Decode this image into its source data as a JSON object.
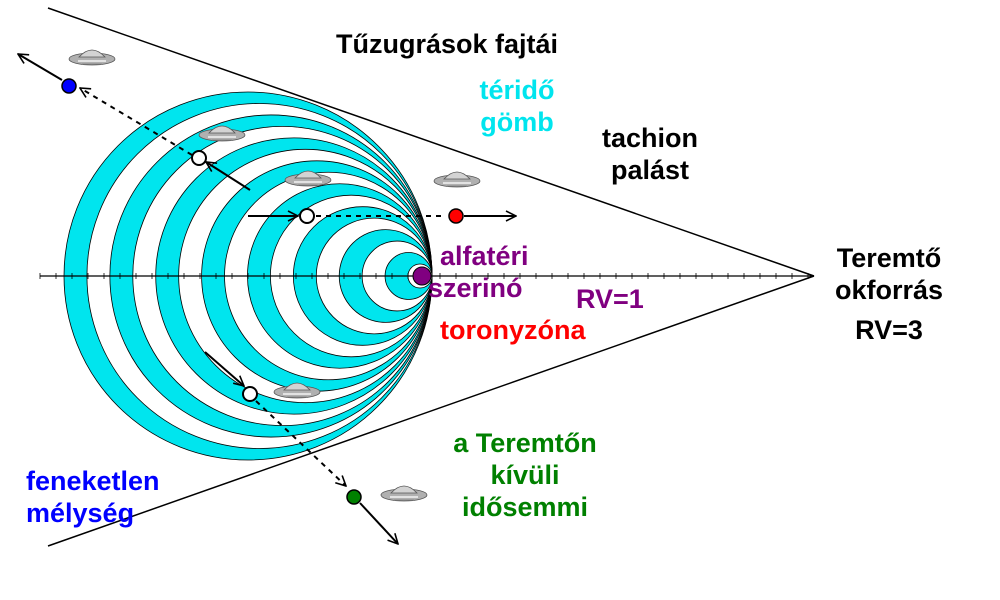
{
  "title": "Tűzugrások fajtái",
  "labels": {
    "sphere": {
      "line1": "téridő",
      "line2": "gömb"
    },
    "mantle": {
      "line1": "tachion",
      "line2": "palást"
    },
    "source": {
      "line1": "Teremtő",
      "line2": "okforrás",
      "line3": "RV=3"
    },
    "alpha": {
      "line1": "alfatéri",
      "line2": "szerinó"
    },
    "rv1": "RV=1",
    "tower": "toronyzóna",
    "outside": {
      "line1": "a Teremtőn",
      "line2": "kívüli",
      "line3": "idősemmi"
    },
    "depth": {
      "line1": "feneketlen",
      "line2": "mélység"
    }
  },
  "colors": {
    "ring": "#00e5ee",
    "line": "#000000",
    "alpha": "#800080",
    "red": "#ff0000",
    "blue": "#0000ff",
    "green": "#008000",
    "black": "#000000",
    "cyan": "#00e5ee",
    "ufo": "#a9a9a9"
  },
  "icons": [
    "ufo-icon",
    "arrow-icon"
  ]
}
